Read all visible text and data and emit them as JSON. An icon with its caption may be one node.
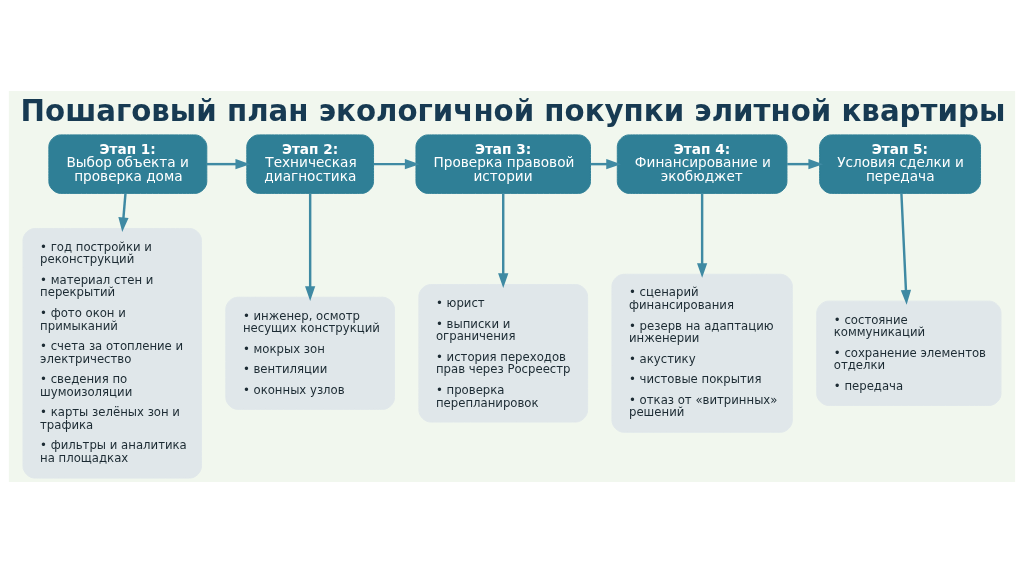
{
  "diagram": {
    "title": "Пошаговый план экологичной покупки элитной квартиры",
    "nodes": [
      {
        "text": [
          "Этап 1:",
          "Выбор объекта и проверка дома"
        ]
      },
      {
        "text": [
          "Этап 2:",
          "Техническая диагностика"
        ]
      },
      {
        "text": [
          "Этап 3:",
          "Проверка правовой истории"
        ]
      },
      {
        "text": [
          "Этап 4:",
          "Финансирование и экобюджет"
        ]
      },
      {
        "text": [
          "Этап 5:",
          "Условия сделки и передача"
        ]
      },
      {
        "text": [
          "• год постройки и реконструкций",
          "• материал стен и перекрытий",
          "• фото окон и примыканий",
          "• счета за отопление и электричество",
          "• сведения по шумоизоляции",
          "• карты зелёных зон и трафика",
          "• фильтры и аналитика на площадках"
        ]
      },
      {
        "text": [
          "• инженер, осмотр несущих конструкций",
          "• мокрых зон",
          "• вентиляции",
          "• оконных узлов"
        ]
      },
      {
        "text": [
          "• юрист",
          "• выписки и ограничения",
          "• история переходов прав через Росреестр",
          "• проверка перепланировок"
        ]
      },
      {
        "text": [
          "• сценарий финансирования",
          "• резерв на адаптацию инженерии",
          "• акустику",
          "• чистовые покрытия",
          "• отказ от «витринных» решений"
        ]
      },
      {
        "text": [
          "• состояние коммуникаций",
          "• сохранение элементов отделки",
          "• передача"
        ]
      }
    ],
    "edges": [
      {
        "from": 0,
        "to": 1,
        "arrow": "to"
      },
      {
        "from": 1,
        "to": 2,
        "arrow": "to"
      },
      {
        "from": 2,
        "to": 3,
        "arrow": "to"
      },
      {
        "from": 3,
        "to": 4,
        "arrow": "to"
      },
      {
        "from": 0,
        "to": 5,
        "arrow": "to"
      },
      {
        "from": 1,
        "to": 6,
        "arrow": "to"
      },
      {
        "from": 2,
        "to": 7,
        "arrow": "to"
      },
      {
        "from": 3,
        "to": 8,
        "arrow": "to"
      },
      {
        "from": 4,
        "to": 9,
        "arrow": "to"
      }
    ]
  }
}
